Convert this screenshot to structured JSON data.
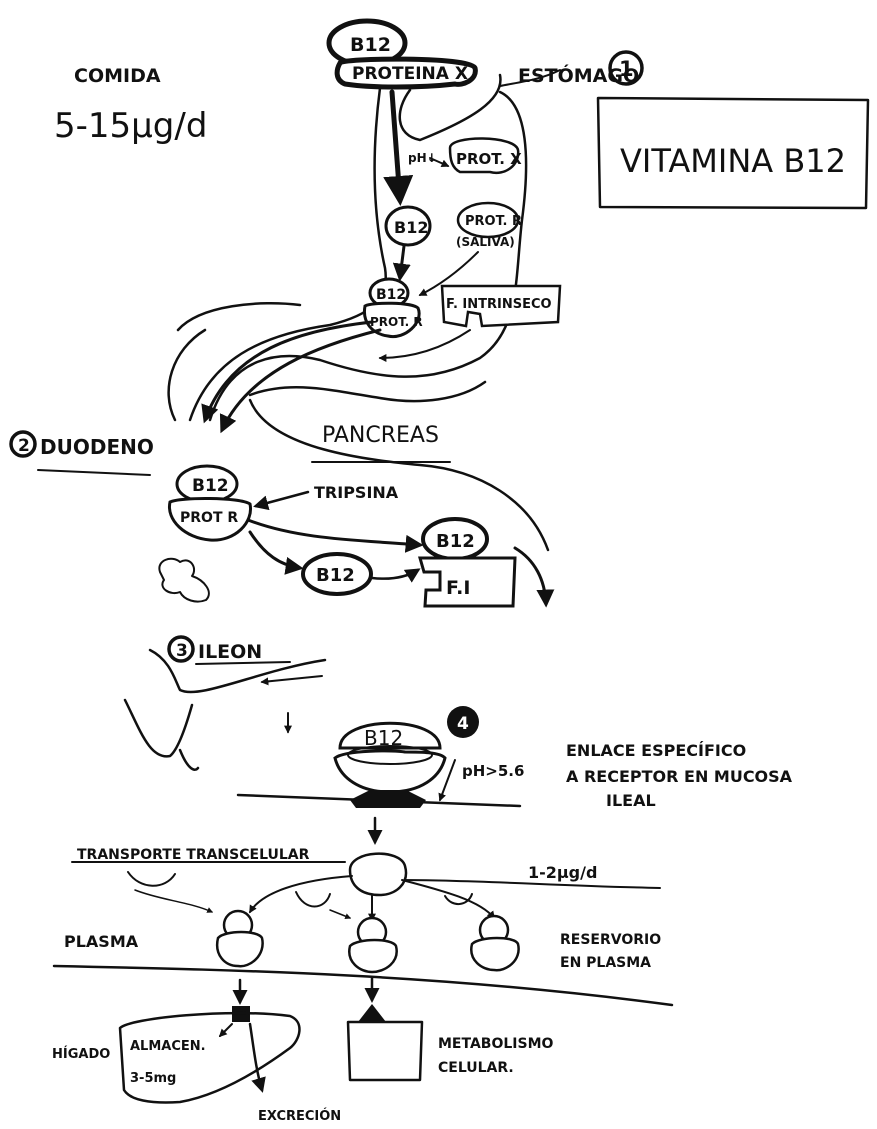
{
  "food": {
    "label": "COMIDA",
    "intake": "5-15µg/d"
  },
  "title": "VITAMINA B12",
  "stomach": {
    "number": "1",
    "label": "ESTÓMAGO"
  },
  "complex_top": {
    "b12": "B12",
    "protein": "PROTEINA X"
  },
  "ph_mark": "pH↓",
  "prot_x": "PROT. X",
  "b12_free": "B12",
  "prot_r_saliva": {
    "line1": "PROT. R",
    "line2": "(SALIVA)"
  },
  "stomach_complex": {
    "b12": "B12",
    "prot": "PROT. R"
  },
  "intrinsic_factor": "F. INTRINSECO",
  "duodenum": {
    "number": "2",
    "label": "DUODENO"
  },
  "pancreas": "PANCREAS",
  "duo_complex": {
    "b12": "B12",
    "prot": "PROT R"
  },
  "trypsin": "TRIPSINA",
  "duo_b12": "B12",
  "fi_complex": {
    "b12": "B12",
    "fi": "F.I"
  },
  "ileon": {
    "number": "3",
    "label": "ILEON"
  },
  "receptor_b12": "B12",
  "step4": "4",
  "ph_receptor": "pH>5.6",
  "binding": {
    "line1": "ENLACE ESPECÍFICO",
    "line2": "A RECEPTOR EN MUCOSA",
    "line3": "ILEAL"
  },
  "transport": "TRANSPORTE TRANSCELULAR",
  "rate": "1-2µg/d",
  "plasma": "PLASMA",
  "reservoir": {
    "line1": "RESERVORIO",
    "line2": "EN PLASMA"
  },
  "liver": {
    "label": "HÍGADO",
    "store_label": "ALMACEN.",
    "store_amount": "3-5mg"
  },
  "metabolism": {
    "line1": "METABOLISMO",
    "line2": "CELULAR."
  },
  "excretion": "EXCRECIÓN"
}
